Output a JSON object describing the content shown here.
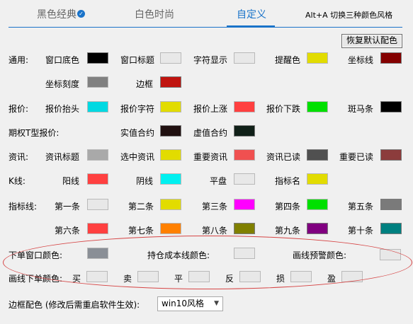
{
  "tabs": [
    {
      "label": "黑色经典",
      "checked": true
    },
    {
      "label": "白色时尚"
    },
    {
      "label": "自定义",
      "active": true
    }
  ],
  "tab_check_icon": "✓",
  "hint": "Alt+A 切换三种颜色风格",
  "restore_button": "恢复默认配色",
  "labels": {
    "general": "通用:",
    "window_bg": "窗口底色",
    "window_title": "窗口标题",
    "char_display": "字符显示",
    "reminder": "提醒色",
    "axis_line": "坐标线",
    "axis_scale": "坐标刻度",
    "border": "边框",
    "quote": "报价:",
    "quote_header": "报价抬头",
    "quote_char": "报价字符",
    "quote_up": "报价上涨",
    "quote_down": "报价下跌",
    "zebra": "斑马条",
    "option_t": "期权T型报价:",
    "itm": "实值合约",
    "otm": "虚值合约",
    "info": "资讯:",
    "info_title": "资讯标题",
    "info_selected": "选中资讯",
    "info_important": "重要资讯",
    "info_read": "资讯已读",
    "important_read": "重要已读",
    "kline": "K线:",
    "yang": "阳线",
    "yin": "阴线",
    "flat": "平盘",
    "indicator_name": "指标名",
    "indicator_line": "指标线:",
    "line1": "第一条",
    "line2": "第二条",
    "line3": "第三条",
    "line4": "第四条",
    "line5": "第五条",
    "line6": "第六条",
    "line7": "第七条",
    "line8": "第八条",
    "line9": "第九条",
    "line10": "第十条",
    "order_window": "下单窗口颜色:",
    "cost_line": "持仓成本线颜色:",
    "alert_line": "画线预警颜色:",
    "draw_order": "画线下单颜色:",
    "buy": "买",
    "sell": "卖",
    "close": "平",
    "reverse": "反",
    "stop_loss": "损",
    "take_profit": "盈",
    "border_scheme": "边框配色 (修改后需重启软件生效):"
  },
  "border_scheme_value": "win10风格",
  "dropdown_icon": "chevron-down-icon",
  "colors": {
    "window_bg": "#000000",
    "window_title": "#e8e8e8",
    "char_display": "#e8e8e8",
    "reminder": "#e2dc00",
    "axis_line": "#840000",
    "axis_scale": "#808080",
    "border": "#c0140f",
    "quote_header": "#00d9e2",
    "quote_char": "#e2dc00",
    "quote_up": "#ff4040",
    "quote_down": "#00e000",
    "zebra": "#000000",
    "itm": "#201010",
    "otm": "#102018",
    "info_title": "#a9a9a9",
    "info_selected": "#e2dc00",
    "info_important": "#f05050",
    "info_read": "#505050",
    "important_read": "#8c3c3c",
    "yang": "#ff4040",
    "yin": "#00f0f0",
    "flat": "#e8e8e8",
    "indicator_name": "#e2dc00",
    "line1": "#e8e8e8",
    "line2": "#e2dc00",
    "line3": "#ff00ff",
    "line4": "#00e000",
    "line5": "#7a7a7a",
    "line6": "#ff4040",
    "line7": "#ff8000",
    "line8": "#808000",
    "line9": "#800080",
    "line10": "#008080",
    "order_window": "#8a8f96",
    "cost_line": "#e8e8e8",
    "alert_line": "#e8e8e8",
    "buy": "#e8e8e8",
    "sell": "#e8e8e8",
    "close": "#e8e8e8",
    "reverse": "#e8e8e8",
    "stop_loss": "#e8e8e8",
    "take_profit": "#e8e8e8",
    "accent": "#1a73c9",
    "annotation_ellipse": "#d64545"
  }
}
